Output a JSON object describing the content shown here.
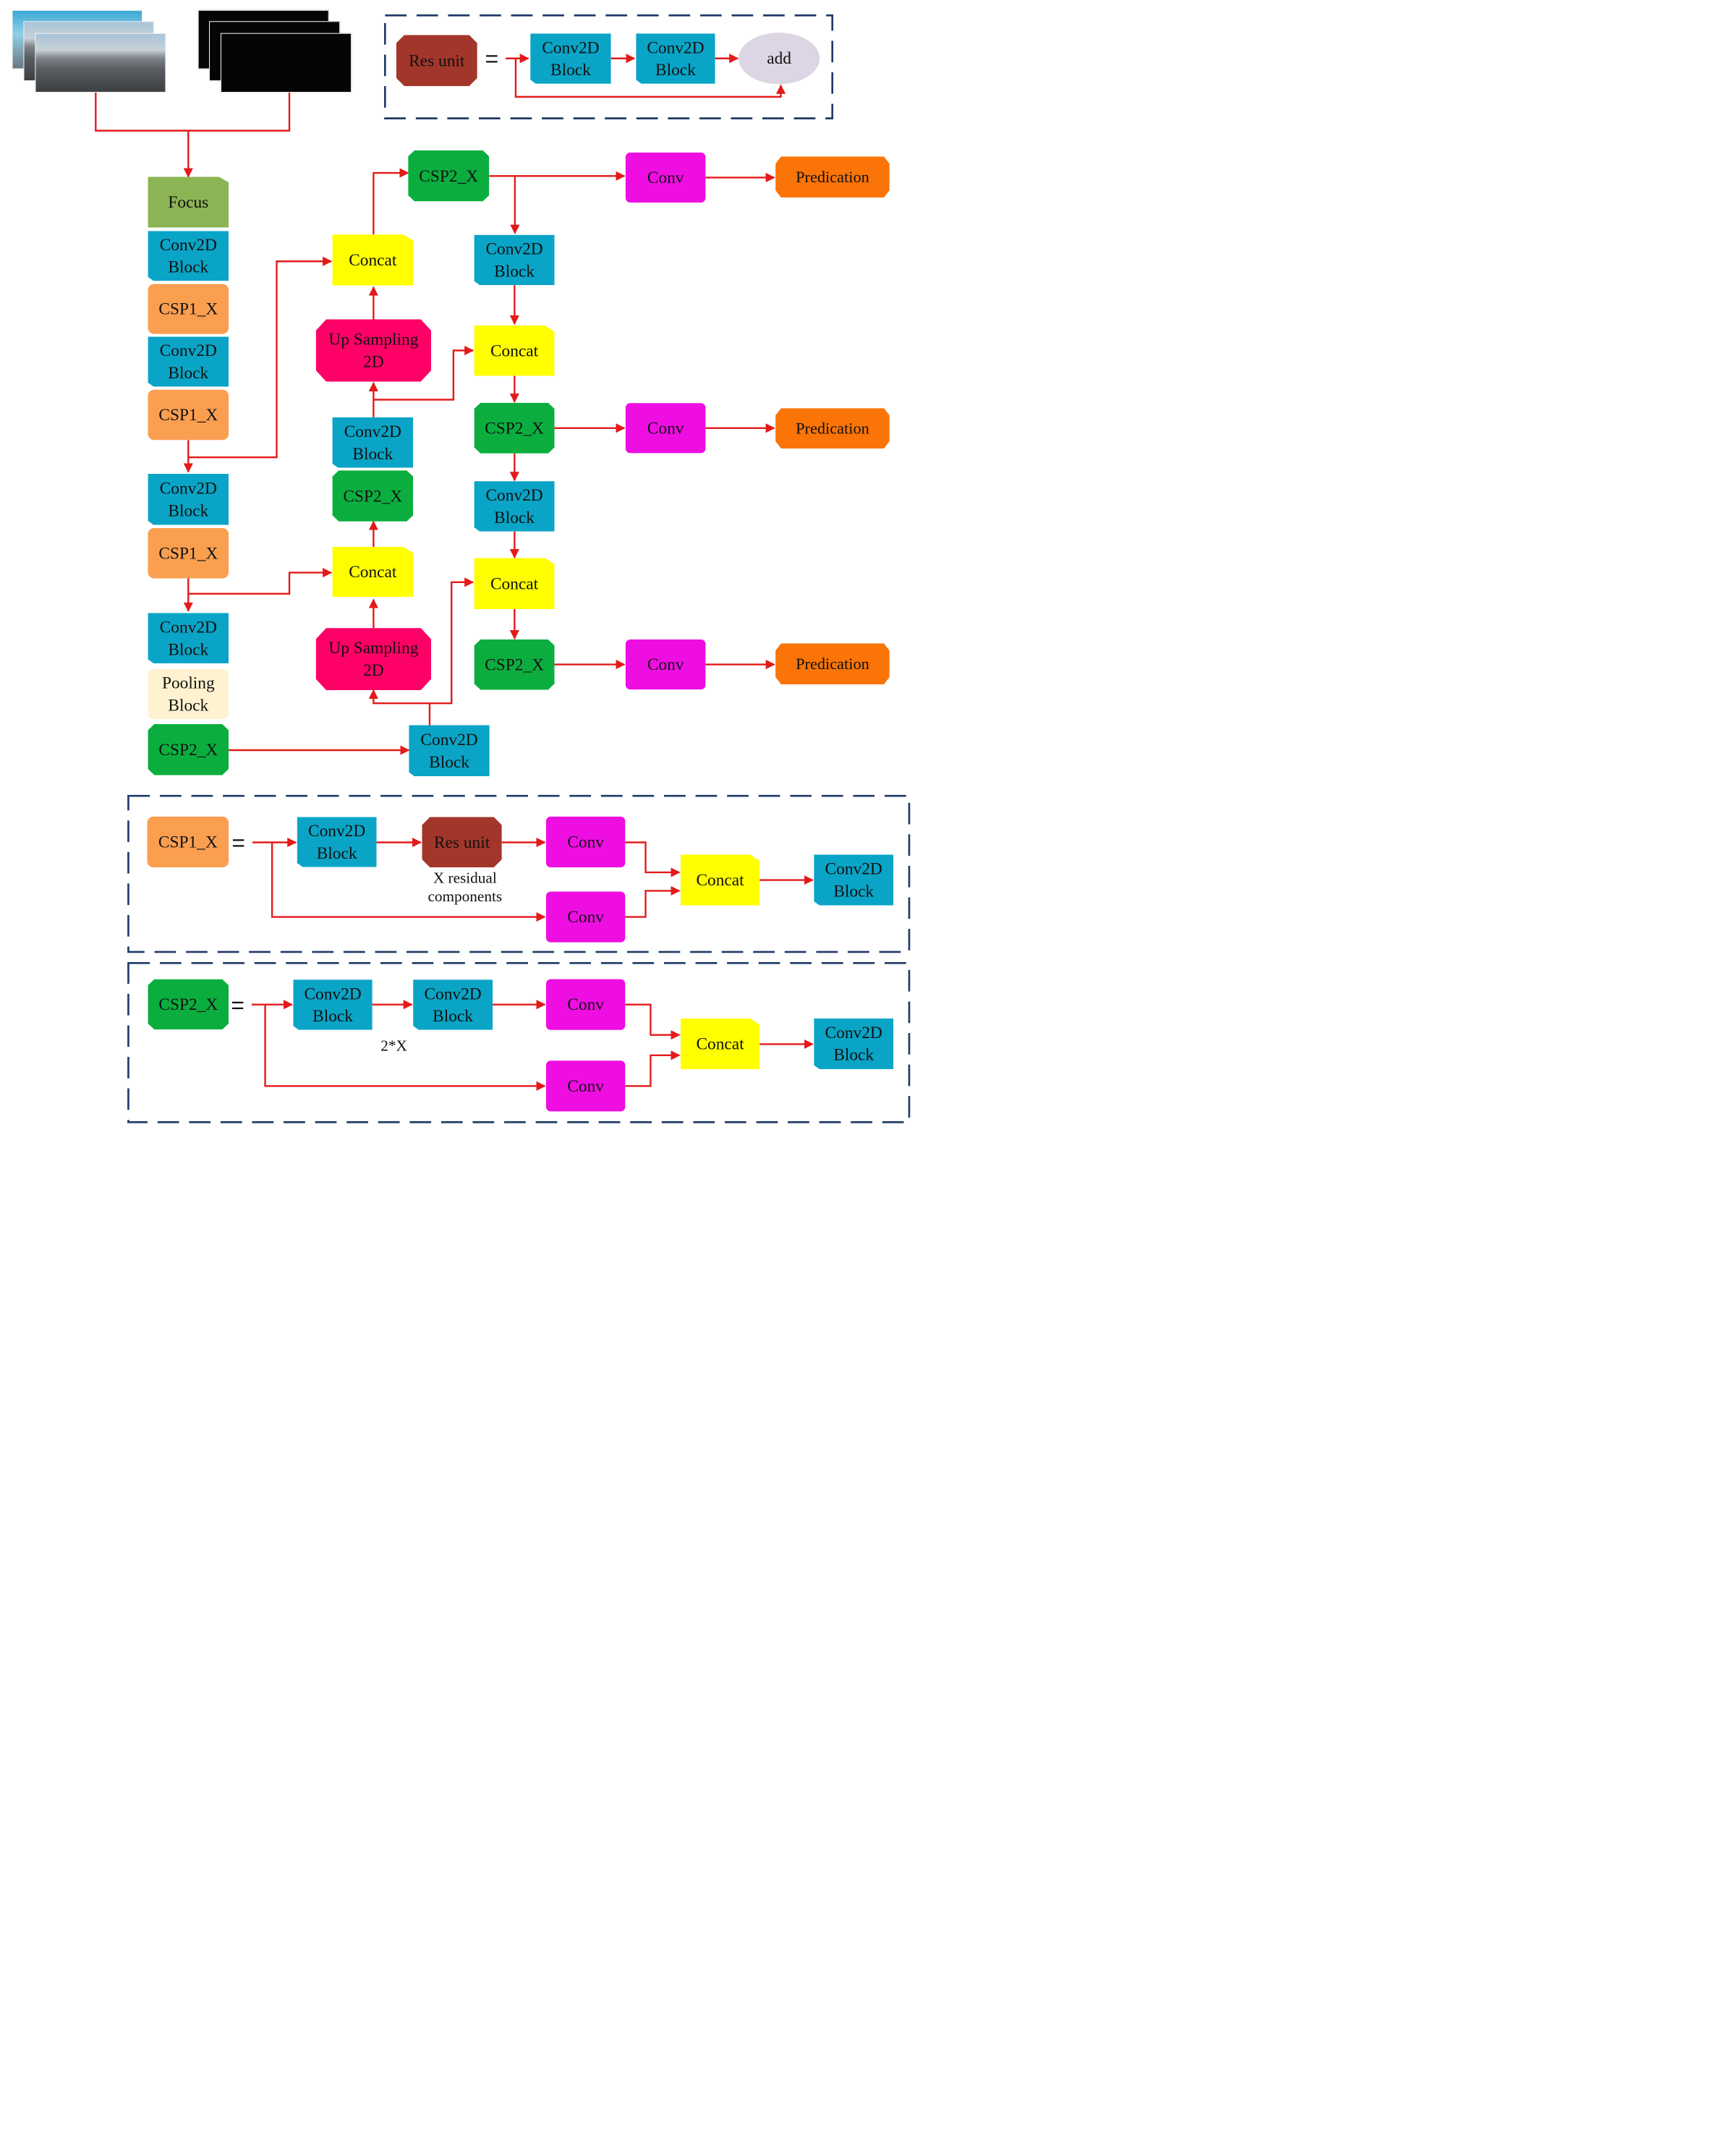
{
  "colors": {
    "conv2d": "#0AA4C6",
    "csp1": "#FA9E50",
    "csp2": "#0BAE3E",
    "focus": "#8CB454",
    "concat": "#FFFF00",
    "conv": "#EE0EE2",
    "predication": "#FA7407",
    "up_sampling": "#FD0166",
    "pooling": "#FEF2D0",
    "res_unit": "#A2362B",
    "add": "#DCD5E3",
    "arrow": "#E31A1A",
    "dashed_border": "#1F3A68"
  },
  "labels": {
    "focus": "Focus",
    "conv2d_line1": "Conv2D",
    "conv2d_line2": "Block",
    "csp1": "CSP1_X",
    "csp2": "CSP2_X",
    "concat": "Concat",
    "conv": "Conv",
    "predication": "Predication",
    "upsampling_line1": "Up Sampling",
    "upsampling_line2": "2D",
    "pooling_line1": "Pooling",
    "pooling_line2": "Block",
    "res_unit": "Res unit",
    "add": "add",
    "equals": "=",
    "x_residual_line1": "X residual",
    "x_residual_line2": "components",
    "two_x": "2*X"
  },
  "input_images": [
    "rgb-frame-stack",
    "edge-map-stack"
  ]
}
